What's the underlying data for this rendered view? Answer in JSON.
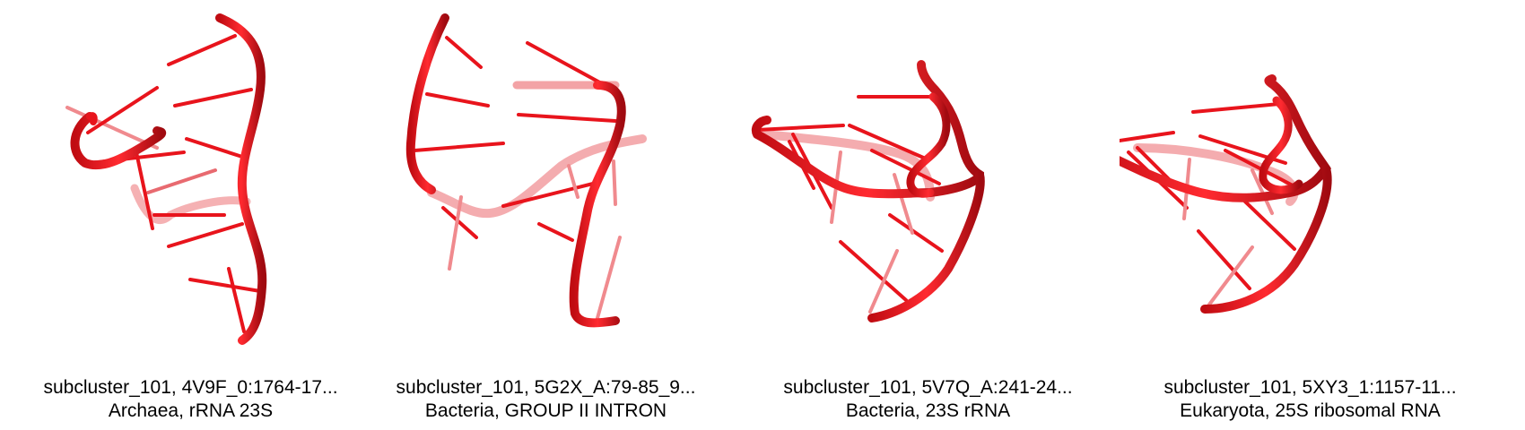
{
  "panels": [
    {
      "id": "subcluster_101, 4V9F_0:1764-17...",
      "taxonomy": "Archaea, rRNA 23S"
    },
    {
      "id": "subcluster_101, 5G2X_A:79-85_9...",
      "taxonomy": "Bacteria, GROUP II INTRON"
    },
    {
      "id": "subcluster_101, 5V7Q_A:241-24...",
      "taxonomy": "Bacteria, 23S rRNA"
    },
    {
      "id": "subcluster_101, 5XY3_1:1157-11...",
      "taxonomy": "Eukaryota, 25S ribosomal RNA"
    }
  ],
  "colors": {
    "backbone": "#e8141c",
    "backbone_shadow": "#9c0a10",
    "faded": "#f08a8e",
    "background": "#ffffff"
  }
}
